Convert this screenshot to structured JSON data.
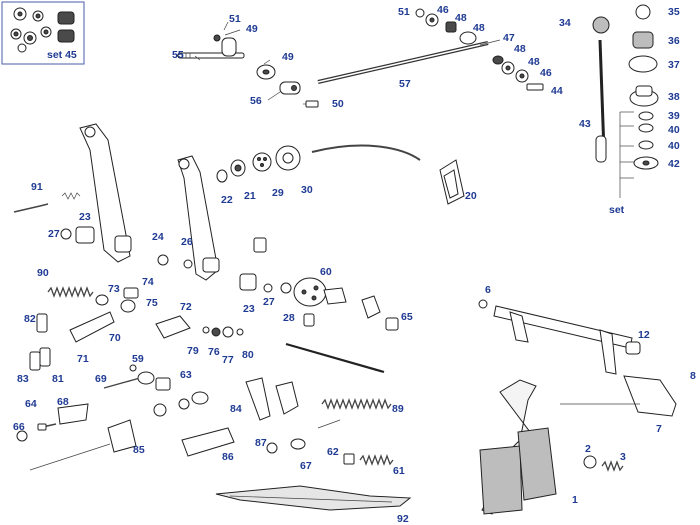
{
  "labels": {
    "l1": "1",
    "l2": "2",
    "l3": "3",
    "l6": "6",
    "l7": "7",
    "l8": "8",
    "l12": "12",
    "l20": "20",
    "l21": "21",
    "l22": "22",
    "l23a": "23",
    "l23b": "23",
    "l24": "24",
    "l26": "26",
    "l27a": "27",
    "l27b": "27",
    "l28": "28",
    "l29": "29",
    "l30": "30",
    "l34": "34",
    "l35": "35",
    "l36": "36",
    "l37": "37",
    "l38": "38",
    "l39": "39",
    "l40a": "40",
    "l40b": "40",
    "l42": "42",
    "l43": "43",
    "l44": "44",
    "l46a": "46",
    "l46b": "46",
    "l47": "47",
    "l48a": "48",
    "l48b": "48",
    "l48c": "48",
    "l48d": "48",
    "l49a": "49",
    "l49b": "49",
    "l50": "50",
    "l51a": "51",
    "l51b": "51",
    "l55": "55",
    "l56": "56",
    "l57": "57",
    "l59": "59",
    "l60": "60",
    "l61": "61",
    "l62": "62",
    "l63": "63",
    "l64": "64",
    "l65": "65",
    "l66": "66",
    "l67": "67",
    "l68": "68",
    "l69": "69",
    "l70": "70",
    "l71": "71",
    "l72": "72",
    "l73": "73",
    "l74": "74",
    "l75": "75",
    "l76": "76",
    "l77": "77",
    "l79": "79",
    "l80": "80",
    "l81": "81",
    "l82": "82",
    "l83": "83",
    "l84": "84",
    "l85": "85",
    "l86": "86",
    "l87": "87",
    "l89": "89",
    "l90": "90",
    "l91": "91",
    "l92": "92",
    "set45": "set 45",
    "set_bottom": "set"
  }
}
